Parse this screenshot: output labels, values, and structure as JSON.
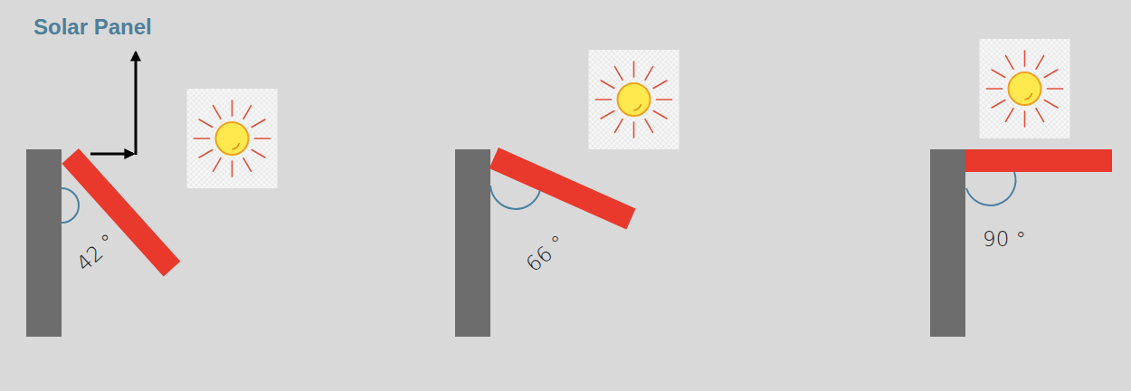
{
  "diagram": {
    "title": "Solar Panel",
    "labels": [
      "42 °",
      "66 °",
      "90 °"
    ]
  }
}
